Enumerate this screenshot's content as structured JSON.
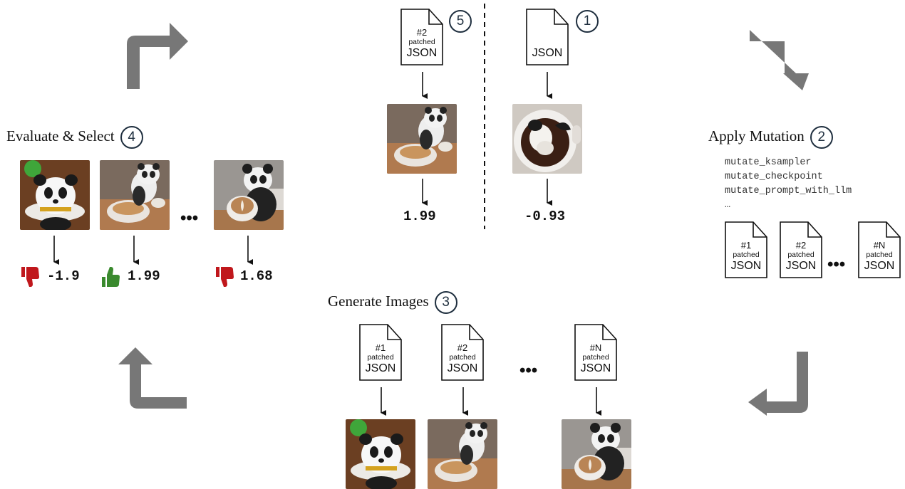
{
  "step1": {
    "badge": "1",
    "file_label": "JSON",
    "score": "-0.93"
  },
  "step2": {
    "heading": "Apply Mutation",
    "badge": "2",
    "mutations": [
      "mutate_ksampler",
      "mutate_checkpoint",
      "mutate_prompt_with_llm",
      "…"
    ],
    "files": [
      {
        "num": "#1",
        "sub": "patched",
        "label": "JSON"
      },
      {
        "num": "#2",
        "sub": "patched",
        "label": "JSON"
      },
      {
        "num": "#N",
        "sub": "patched",
        "label": "JSON"
      }
    ],
    "ellipsis": "•••"
  },
  "step3": {
    "heading": "Generate Images",
    "badge": "3",
    "files": [
      {
        "num": "#1",
        "sub": "patched",
        "label": "JSON"
      },
      {
        "num": "#2",
        "sub": "patched",
        "label": "JSON"
      },
      {
        "num": "#N",
        "sub": "patched",
        "label": "JSON"
      }
    ],
    "ellipsis": "•••"
  },
  "step4": {
    "heading": "Evaluate & Select",
    "badge": "4",
    "scores": [
      {
        "value": "-1.9",
        "verdict": "thumbs-down",
        "color": "#c0171c"
      },
      {
        "value": "1.99",
        "verdict": "thumbs-up",
        "color": "#3a8a2e"
      },
      {
        "value": "1.68",
        "verdict": "thumbs-down",
        "color": "#c0171c"
      }
    ],
    "ellipsis": "•••"
  },
  "step5": {
    "badge": "5",
    "file_num": "#2",
    "file_sub": "patched",
    "file_label": "JSON",
    "score": "1.99"
  },
  "colors": {
    "cycle_arrow": "#777777",
    "badge_border": "#1f2f3f",
    "up": "#3a8a2e",
    "down": "#c0171c"
  }
}
